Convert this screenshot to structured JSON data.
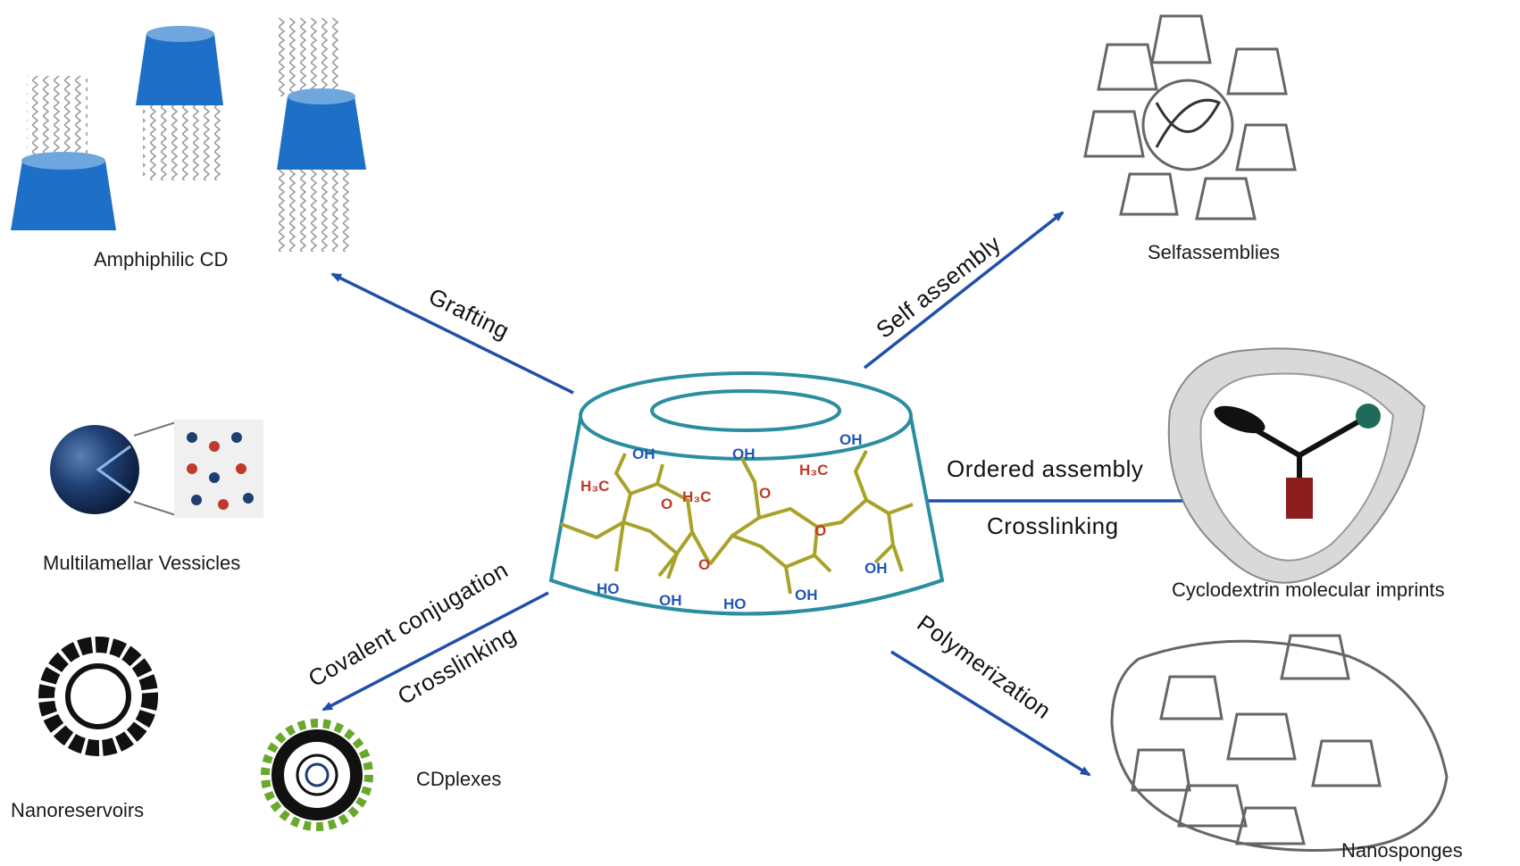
{
  "labels": {
    "amphiphilic": "Amphiphilic CD",
    "selfassemblies": "Selfassemblies",
    "multilamellar": "Multilamellar Vessicles",
    "imprints": "Cyclodextrin molecular imprints",
    "nanoreservoirs": "Nanoreservoirs",
    "cdplexes": "CDplexes",
    "nanosponges": "Nanosponges"
  },
  "arrows": {
    "grafting": "Grafting",
    "self_assembly": "Self assembly",
    "ordered_assembly": "Ordered  assembly",
    "crosslinking_right": "Crosslinking",
    "covalent": "Covalent conjugation",
    "crosslinking_left": "Crosslinking",
    "polymerization": "Polymerization"
  },
  "chem": {
    "oh": "OH",
    "ho": "HO",
    "h3c": "H₃C",
    "o": "O"
  },
  "colors": {
    "arrow": "#1f4fa8",
    "cup_blue": "#1e6fc7",
    "cd_outline": "#2b8ea0",
    "chain": "#a9a22a",
    "hydroxyl": "#2257b5",
    "oxygen": "#c0392b"
  }
}
